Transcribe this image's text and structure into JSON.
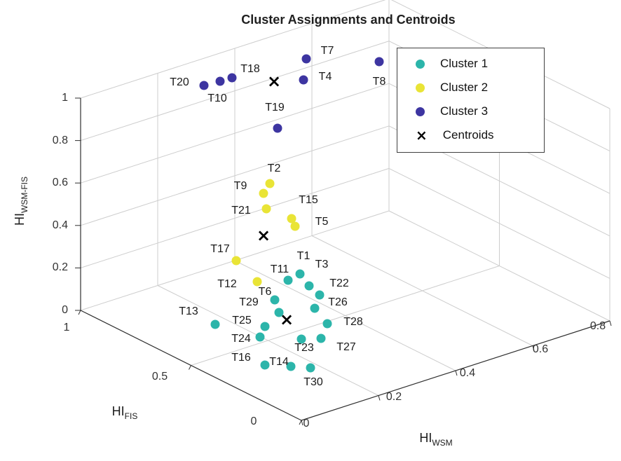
{
  "chart_data": {
    "type": "scatter",
    "projection": "3d",
    "title": "Cluster Assignments and Centroids",
    "grid": true,
    "legend_position": "top-right",
    "centroid_marker": "×",
    "est_order": [
      "HI_WSM",
      "HI_FIS",
      "HI_WSM-FIS"
    ],
    "axes": {
      "z": {
        "label": "HI",
        "sub": "WSM-FIS",
        "range": [
          0,
          1
        ],
        "ticks": [
          {
            "text": "1",
            "px": [
              97,
              140
            ]
          },
          {
            "text": "0.8",
            "px": [
              97,
              201
            ]
          },
          {
            "text": "0.6",
            "px": [
              97,
              261
            ]
          },
          {
            "text": "0.4",
            "px": [
              97,
              322
            ]
          },
          {
            "text": "0.2",
            "px": [
              97,
              382
            ]
          },
          {
            "text": "0",
            "px": [
              97,
              443
            ]
          }
        ]
      },
      "x": {
        "label": "HI",
        "sub": "FIS",
        "range": [
          0,
          1
        ],
        "ticks": [
          {
            "text": "1",
            "px": [
              95,
              468
            ]
          },
          {
            "text": "0.5",
            "px": [
              228,
              538
            ]
          },
          {
            "text": "0",
            "px": [
              362,
              602
            ]
          }
        ]
      },
      "y": {
        "label": "HI",
        "sub": "WSM",
        "range": [
          0,
          0.8
        ],
        "ticks": [
          {
            "text": "0",
            "px": [
              437,
              605
            ]
          },
          {
            "text": "0.2",
            "px": [
              562,
              567
            ]
          },
          {
            "text": "0.4",
            "px": [
              667,
              533
            ]
          },
          {
            "text": "0.6",
            "px": [
              771,
              499
            ]
          },
          {
            "text": "0.8",
            "px": [
              853,
              466
            ]
          }
        ]
      }
    },
    "legend": {
      "entries": [
        {
          "label": "Cluster 1",
          "marker": "dot",
          "color": "#2cb5aa"
        },
        {
          "label": "Cluster 2",
          "marker": "dot",
          "color": "#e9e436"
        },
        {
          "label": "Cluster 3",
          "marker": "dot",
          "color": "#3d35a1"
        },
        {
          "label": "Centroids",
          "marker": "x",
          "color": "#000000"
        }
      ]
    },
    "series": [
      {
        "name": "Cluster 1",
        "color": "#2cb5aa",
        "points": [
          {
            "label": "T1",
            "dot": [
              428,
              391
            ],
            "text": [
              433,
              366
            ],
            "est": [
              0.3,
              0.7,
              0.33
            ]
          },
          {
            "label": "T3",
            "dot": [
              441,
              408
            ],
            "text": [
              459,
              378
            ],
            "est": [
              0.32,
              0.68,
              0.3
            ]
          },
          {
            "label": "T6",
            "dot": [
              392,
              428
            ],
            "text": [
              378,
              417
            ],
            "est": [
              0.27,
              0.7,
              0.25
            ]
          },
          {
            "label": "T11",
            "dot": [
              411,
              400
            ],
            "text": [
              399,
              385
            ],
            "est": [
              0.28,
              0.72,
              0.3
            ]
          },
          {
            "label": "T13",
            "dot": [
              307,
              463
            ],
            "text": [
              269,
              445
            ],
            "est": [
              0.15,
              0.72,
              0.18
            ]
          },
          {
            "label": "T14",
            "dot": [
              415,
              523
            ],
            "text": [
              398,
              517
            ],
            "est": [
              0.3,
              0.6,
              0.1
            ]
          },
          {
            "label": "T16",
            "dot": [
              378,
              521
            ],
            "text": [
              344,
              511
            ],
            "est": [
              0.25,
              0.62,
              0.08
            ]
          },
          {
            "label": "T22",
            "dot": [
              456,
              421
            ],
            "text": [
              484,
              405
            ],
            "est": [
              0.35,
              0.65,
              0.28
            ]
          },
          {
            "label": "T23",
            "dot": [
              430,
              484
            ],
            "text": [
              434,
              497
            ],
            "est": [
              0.31,
              0.63,
              0.15
            ]
          },
          {
            "label": "T24",
            "dot": [
              371,
              481
            ],
            "text": [
              344,
              484
            ],
            "est": [
              0.24,
              0.66,
              0.14
            ]
          },
          {
            "label": "T25",
            "dot": [
              378,
              466
            ],
            "text": [
              345,
              458
            ],
            "est": [
              0.25,
              0.68,
              0.17
            ]
          },
          {
            "label": "T26",
            "dot": [
              449,
              440
            ],
            "text": [
              482,
              432
            ],
            "est": [
              0.34,
              0.63,
              0.24
            ]
          },
          {
            "label": "T27",
            "dot": [
              458,
              483
            ],
            "text": [
              494,
              496
            ],
            "est": [
              0.36,
              0.6,
              0.16
            ]
          },
          {
            "label": "T28",
            "dot": [
              467,
              462
            ],
            "text": [
              504,
              460
            ],
            "est": [
              0.37,
              0.6,
              0.2
            ]
          },
          {
            "label": "T29",
            "dot": [
              398,
              446
            ],
            "text": [
              355,
              432
            ],
            "est": [
              0.27,
              0.68,
              0.2
            ]
          },
          {
            "label": "T30",
            "dot": [
              443,
              525
            ],
            "text": [
              447,
              546
            ],
            "est": [
              0.33,
              0.57,
              0.07
            ]
          }
        ]
      },
      {
        "name": "Cluster 2",
        "color": "#e9e436",
        "points": [
          {
            "label": "T2",
            "dot": [
              385,
              262
            ],
            "text": [
              391,
              241
            ],
            "est": [
              0.25,
              0.75,
              0.62
            ]
          },
          {
            "label": "T5",
            "dot": [
              421,
              323
            ],
            "text": [
              459,
              317
            ],
            "est": [
              0.3,
              0.7,
              0.52
            ]
          },
          {
            "label": "T9",
            "dot": [
              376,
              276
            ],
            "text": [
              343,
              266
            ],
            "est": [
              0.23,
              0.77,
              0.6
            ]
          },
          {
            "label": "T12",
            "dot": [
              367,
              402
            ],
            "text": [
              324,
              406
            ],
            "est": [
              0.25,
              0.72,
              0.35
            ]
          },
          {
            "label": "T15",
            "dot": [
              416,
              312
            ],
            "text": [
              440,
              286
            ],
            "est": [
              0.3,
              0.71,
              0.56
            ]
          },
          {
            "label": "T17",
            "dot": [
              337,
              372
            ],
            "text": [
              314,
              356
            ],
            "est": [
              0.2,
              0.75,
              0.42
            ]
          },
          {
            "label": "T21",
            "dot": [
              380,
              298
            ],
            "text": [
              344,
              301
            ],
            "est": [
              0.24,
              0.75,
              0.55
            ]
          }
        ]
      },
      {
        "name": "Cluster 3",
        "color": "#3d35a1",
        "points": [
          {
            "label": "T4",
            "dot": [
              433,
              114
            ],
            "text": [
              464,
              110
            ],
            "est": [
              0.3,
              0.8,
              0.95
            ]
          },
          {
            "label": "T7",
            "dot": [
              437,
              84
            ],
            "text": [
              467,
              73
            ],
            "est": [
              0.3,
              0.82,
              1.0
            ]
          },
          {
            "label": "T8",
            "dot": [
              541,
              88
            ],
            "text": [
              541,
              117
            ],
            "est": [
              0.45,
              0.85,
              1.0
            ]
          },
          {
            "label": "T10",
            "dot": [
              314,
              116
            ],
            "text": [
              310,
              141
            ],
            "est": [
              0.18,
              0.85,
              1.0
            ]
          },
          {
            "label": "T18",
            "dot": [
              331,
              111
            ],
            "text": [
              357,
              99
            ],
            "est": [
              0.2,
              0.86,
              1.0
            ]
          },
          {
            "label": "T19",
            "dot": [
              396,
              183
            ],
            "text": [
              392,
              154
            ],
            "est": [
              0.25,
              0.8,
              0.85
            ]
          },
          {
            "label": "T20",
            "dot": [
              291,
              122
            ],
            "text": [
              256,
              118
            ],
            "est": [
              0.15,
              0.88,
              1.0
            ]
          }
        ]
      }
    ],
    "centroids": [
      {
        "name": "centroid-cluster-1",
        "px": [
          409,
          456
        ],
        "est": [
          0.29,
          0.65,
          0.18
        ]
      },
      {
        "name": "centroid-cluster-2",
        "px": [
          376,
          336
        ],
        "est": [
          0.25,
          0.73,
          0.5
        ]
      },
      {
        "name": "centroid-cluster-3",
        "px": [
          391,
          116
        ],
        "est": [
          0.26,
          0.83,
          0.97
        ]
      }
    ]
  }
}
